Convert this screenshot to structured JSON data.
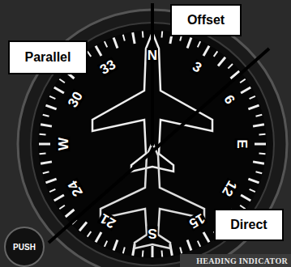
{
  "diagram": {
    "nodes": [
      {
        "text": [
          "Parallel"
        ]
      },
      {
        "text": [
          "Offset"
        ]
      },
      {
        "text": [
          "Direct"
        ]
      }
    ],
    "labels": [
      "N",
      "3",
      "6",
      "E",
      "12",
      "15",
      "S",
      "21",
      "24",
      "W",
      "30",
      "33",
      "PUSH",
      "HEADING INDICATOR"
    ]
  }
}
